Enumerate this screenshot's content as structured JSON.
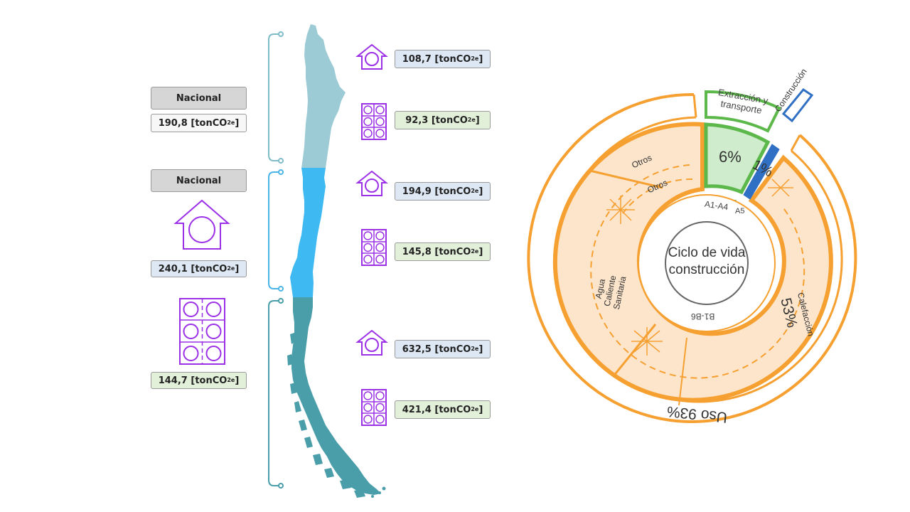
{
  "units": {
    "prefix": "[tonCO",
    "sub": "2e",
    "suffix": "]"
  },
  "left_panel": {
    "north_title": "Nacional",
    "north_value": "190,8",
    "central_title": "Nacional",
    "central_house_value": "240,1",
    "central_apartment_value": "144,7"
  },
  "regions": {
    "north": {
      "house": "108,7",
      "apartment": "92,3"
    },
    "central": {
      "house": "194,9",
      "apartment": "145,8"
    },
    "south": {
      "house": "632,5",
      "apartment": "421,4"
    }
  },
  "map_colors": {
    "north": "#9ccbd6",
    "central": "#3eb9f1",
    "south": "#4a9ea9"
  },
  "icon_color": "#9b30e6",
  "lifecycle_chart": {
    "center_title_line1": "Ciclo de vida",
    "center_title_line2": "construcción",
    "stages": {
      "extraction": {
        "label_line1": "Extracción y",
        "label_line2": "transporte",
        "percent": "6%",
        "code": "A1-A4"
      },
      "construction": {
        "label": "Construcción",
        "percent": "1%",
        "code": "A5"
      },
      "use": {
        "label": "Uso 93%",
        "code": "B1-B6"
      }
    },
    "use_breakdown": {
      "others_outer": "Otros",
      "others_inner": "Otros",
      "hot_water_line1": "Agua",
      "hot_water_line2": "Caliente",
      "hot_water_line3": "Sanitaria",
      "heating": "Calefacción",
      "heating_percent": "53%"
    },
    "colors": {
      "use": "#f5a030",
      "use_fill": "#fde5cc",
      "extraction": "#5cb84a",
      "extraction_fill": "#cfeccd",
      "construction": "#2f6fc4"
    }
  }
}
